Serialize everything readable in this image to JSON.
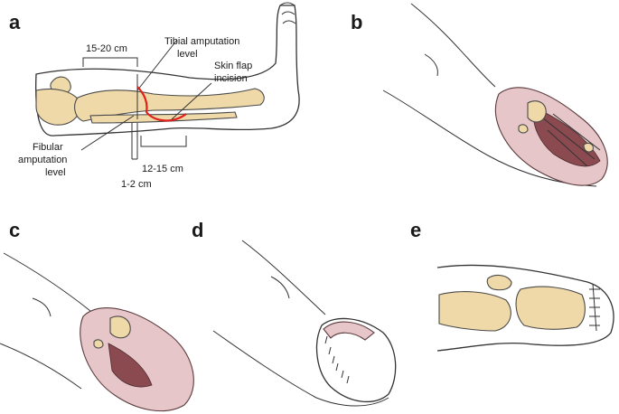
{
  "panels": {
    "a": {
      "letter": "a"
    },
    "b": {
      "letter": "b"
    },
    "c": {
      "letter": "c"
    },
    "d": {
      "letter": "d"
    },
    "e": {
      "letter": "e"
    }
  },
  "annotations": {
    "span_15_20": "15-20 cm",
    "tibial_line1": "Tibial amputation",
    "tibial_line2": "level",
    "skin_line1": "Skin flap",
    "skin_line2": "incision",
    "fibular_line1": "Fibular",
    "fibular_line2": "amputation",
    "fibular_line3": "level",
    "span_12_15": "12-15 cm",
    "span_1_2": "1-2 cm"
  },
  "colors": {
    "bone": "#efd9a8",
    "muscle": "#e6c6c8",
    "incision": "#e0201b"
  }
}
